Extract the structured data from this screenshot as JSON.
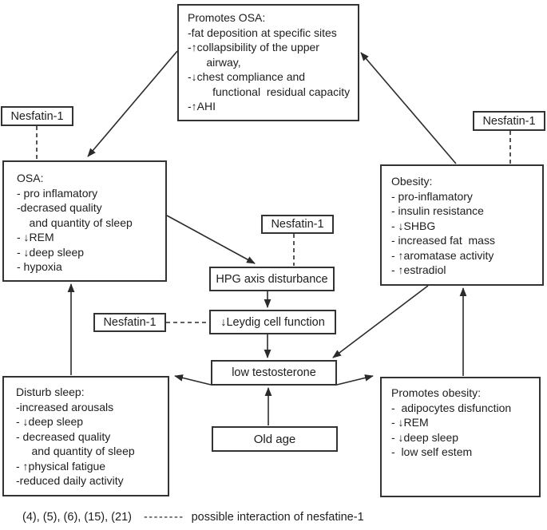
{
  "nodes": {
    "promotes_osa": {
      "title": "Promotes OSA:",
      "lines": [
        "-fat deposition at specific sites",
        "-↑collapsibility of the upper",
        "      airway,",
        "-↓chest compliance and",
        "        functional  residual capacity",
        "-↑AHI"
      ]
    },
    "osa": {
      "title": "OSA:",
      "lines": [
        "- pro inflamatory",
        "-decrased quality",
        "    and quantity of sleep",
        "- ↓REM",
        "- ↓deep sleep",
        "- hypoxia"
      ]
    },
    "obesity": {
      "title": "Obesity:",
      "lines": [
        "- pro-inflamatory",
        "- insulin resistance",
        "- ↓SHBG",
        "- increased fat  mass",
        "- ↑aromatase activity",
        "- ↑estradiol"
      ]
    },
    "hpg": {
      "label": "HPG axis disturbance"
    },
    "leydig": {
      "label": "↓Leydig cell function"
    },
    "low_testosterone": {
      "label": "low testosterone"
    },
    "old_age": {
      "label": "Old age"
    },
    "disturb_sleep": {
      "title": "Disturb sleep:",
      "lines": [
        "-increased arousals",
        "- ↓deep sleep",
        "- decreased quality",
        "     and quantity of sleep",
        "- ↑physical fatigue",
        "-reduced daily activity"
      ]
    },
    "promotes_obesity": {
      "title": "Promotes obesity:",
      "lines": [
        "-  adipocytes disfunction",
        "- ↓REM",
        "- ↓deep sleep",
        "-  low self estem"
      ]
    }
  },
  "nesfatin_boxes": {
    "top_left": {
      "label": "Nesfatin-1"
    },
    "top_right": {
      "label": "Nesfatin-1"
    },
    "center": {
      "label": "Nesfatin-1"
    },
    "mid_left": {
      "label": "Nesfatin-1"
    }
  },
  "legend": {
    "refs": "(4), (5), (6), (15), (21)",
    "dash": "--------",
    "label": "possible interaction of nesfatine-1"
  },
  "colors": {
    "line": "#2b2b2b",
    "text": "#1d1d1d",
    "background": "#ffffff"
  }
}
